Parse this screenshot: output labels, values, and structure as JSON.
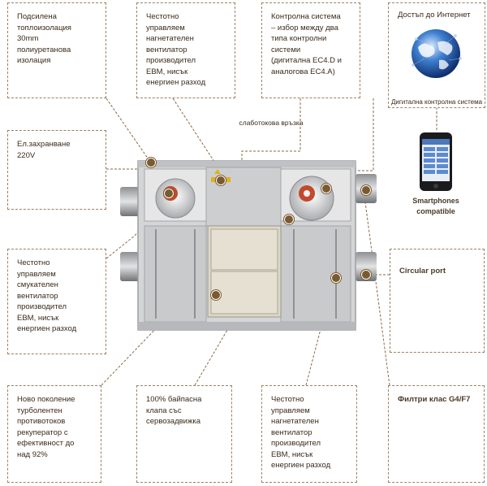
{
  "callouts": {
    "insulation": "Подсилена\nтоплоизолация\n30mm\nполиуретанова\nизолация",
    "supply_fan_top": "Честотно\nуправляем\nнагнетателен\nвентилатор\nпроизводител\nEBM, нисък\nенергиен разход",
    "control_system": "Контролна система\n– избор между два\nтипа контролни\nсистеми\n(дигитална EC4.D и\nаналогова EC4.A)",
    "internet_access": "Достъп до Интернет",
    "power_supply": "Ел.захранване\n220V",
    "exhaust_fan": "Честотно\nуправляем\nсмукателен\nвентилатор\nпроизводител\nEBM, нисък\nенергиен разход",
    "circular_port": "Circular port",
    "recuperator": "Ново поколение\nтурболентен\nпротивотоков\nрекуператор с\nефективност до\nнад 92%",
    "bypass": "100% байпасна\nклапа със\nсервозадвижка",
    "supply_fan_bottom": "Честотно\nуправляем\nнагнетателен\nвентилатор\nпроизводител\nEBM, нисък\nенергиен разход",
    "filters": "Филтри клас G4/F7"
  },
  "labels": {
    "low_current_link": "слаботокова връзка",
    "digital_control": "Дигитална контролна система",
    "smartphones": "Smartphones\ncompatible"
  },
  "icons": {
    "globe": "globe-icon",
    "smartphone": "smartphone-icon"
  },
  "colors": {
    "leader_line": "#8a6a45",
    "callout_border": "#a08060",
    "dot": "#7a5a32",
    "unit_body": "#cfcfd0"
  }
}
